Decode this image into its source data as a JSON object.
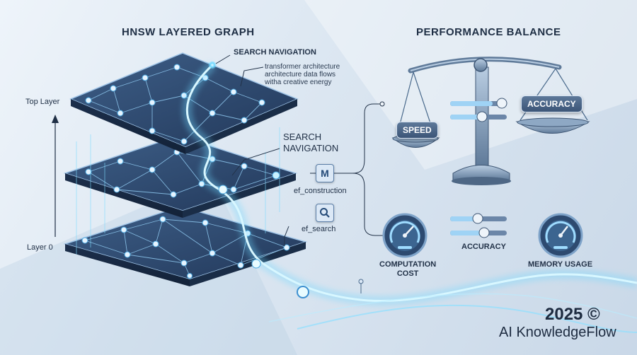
{
  "left_panel": {
    "title": "HNSW LAYERED GRAPH",
    "top_layer_label": "Top Layer",
    "bottom_layer_label": "Layer 0",
    "search_nav_top": "SEARCH NAVIGATION",
    "annotation_line1": "transformer architecture",
    "annotation_line2": "architecture data flows",
    "annotation_line3": "witha creative energy",
    "search_nav_mid_line1": "SEARCH",
    "search_nav_mid_line2": "NAVIGATION",
    "ef_construction_label": "ef_construction",
    "ef_construction_icon": "M",
    "ef_search_label": "ef_search"
  },
  "right_panel": {
    "title": "PERFORMANCE BALANCE",
    "speed_label": "SPEED",
    "accuracy_pill": "ACCURACY",
    "accuracy_label": "ACCURACY",
    "computation_cost_line1": "COMPUTATION",
    "computation_cost_line2": "COST",
    "memory_usage": "MEMORY USAGE"
  },
  "footer": {
    "year": "2025 ©",
    "brand": "AI KnowledgeFlow"
  },
  "colors": {
    "accent_glow": "#5fd0ff",
    "layer_dark": "#2f4a6f",
    "layer_edge": "#9ec3e6",
    "text_dark": "#1f2f45"
  },
  "icons": {
    "construction": "m-letter-icon",
    "search": "magnifier-icon",
    "gauge": "speedometer-icon",
    "scale": "balance-scale-icon"
  }
}
